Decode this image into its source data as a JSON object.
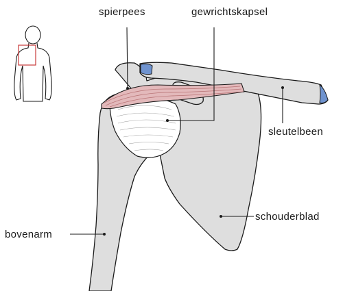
{
  "labels": {
    "tendon": "spierpees",
    "capsule": "gewrichtskapsel",
    "collarbone": "sleutelbeen",
    "shoulder_blade": "schouderblad",
    "upper_arm": "bovenarm"
  },
  "colors": {
    "bone_fill": "#dedede",
    "outline": "#1a1a1a",
    "tendon": "#e3b9bb",
    "tendon_stripe": "#b87476",
    "cartilage": "#6f93cf",
    "capsule": "#ffffff",
    "locator_box": "#c93a3a"
  },
  "icons": {
    "body_locator": "human-silhouette-icon"
  }
}
